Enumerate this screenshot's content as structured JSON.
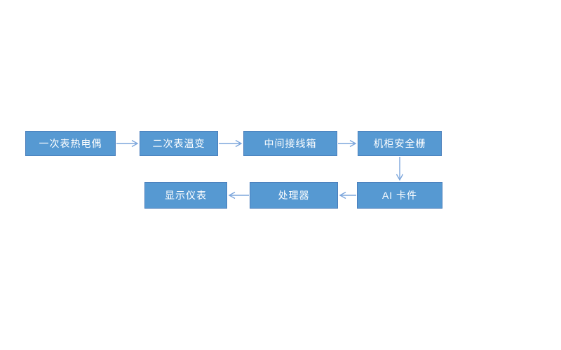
{
  "diagram": {
    "type": "flowchart",
    "nodes": [
      {
        "id": "primary-thermocouple",
        "label": "一次表热电偶"
      },
      {
        "id": "secondary-transmitter",
        "label": "二次表温变"
      },
      {
        "id": "junction-box",
        "label": "中间接线箱"
      },
      {
        "id": "cabinet-safety-barrier",
        "label": "机柜安全栅"
      },
      {
        "id": "ai-card",
        "label": "AI 卡件"
      },
      {
        "id": "processor",
        "label": "处理器"
      },
      {
        "id": "display-instrument",
        "label": "显示仪表"
      }
    ],
    "edges": [
      {
        "from": "一次表热电偶",
        "to": "二次表温变",
        "direction": "right"
      },
      {
        "from": "二次表温变",
        "to": "中间接线箱",
        "direction": "right"
      },
      {
        "from": "中间接线箱",
        "to": "机柜安全栅",
        "direction": "right"
      },
      {
        "from": "机柜安全栅",
        "to": "AI 卡件",
        "direction": "down"
      },
      {
        "from": "AI 卡件",
        "to": "处理器",
        "direction": "left"
      },
      {
        "from": "处理器",
        "to": "显示仪表",
        "direction": "left"
      }
    ]
  },
  "colors": {
    "node_fill": "#5699D2",
    "node_border": "#4A7EBB",
    "arrow": "#7CA6DC",
    "node_text": "#FFFFFF",
    "background": "#FFFFFF"
  }
}
